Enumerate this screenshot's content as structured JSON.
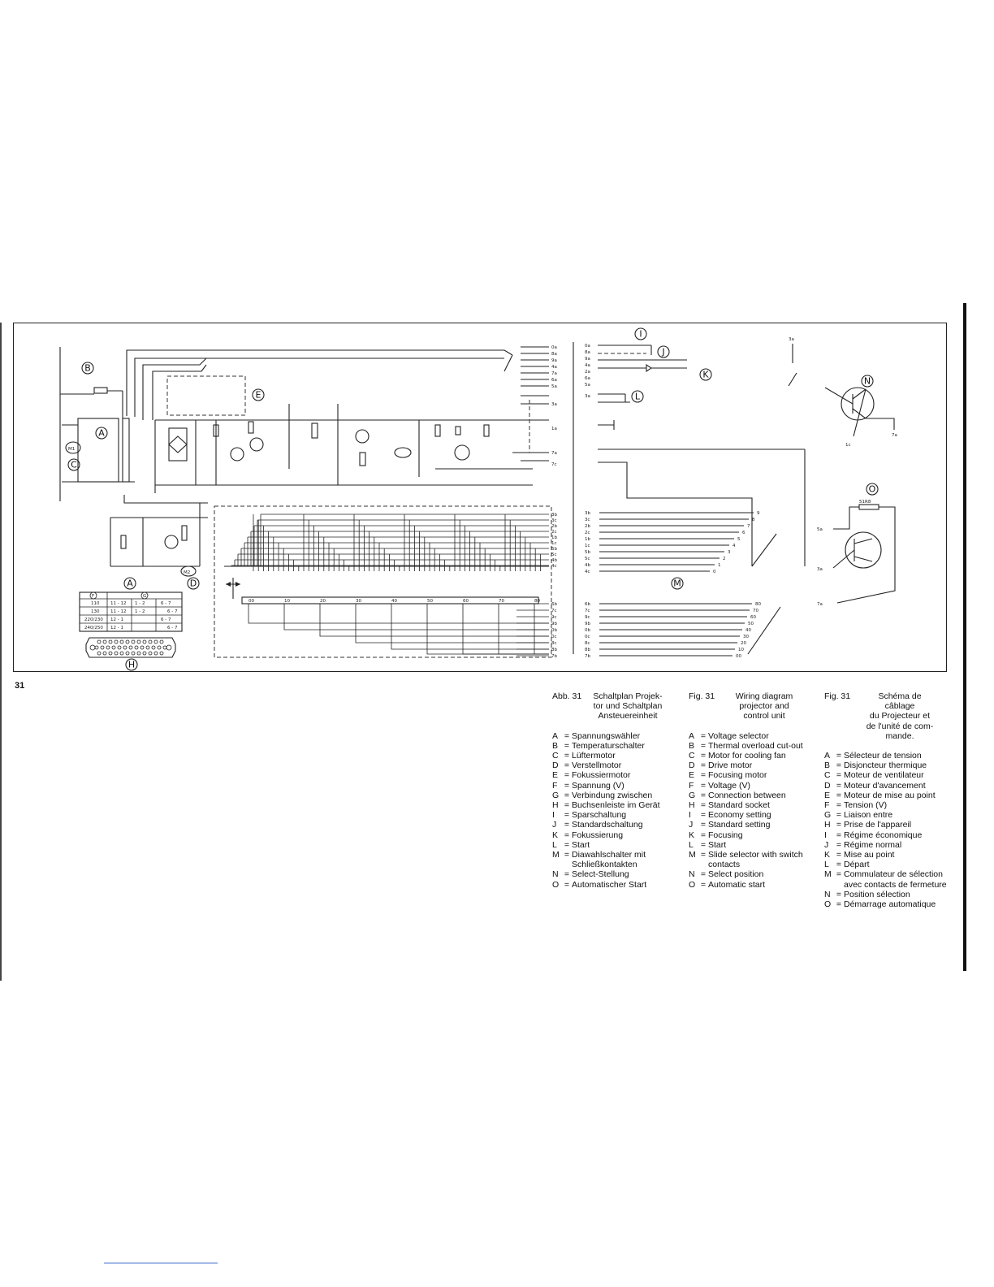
{
  "page": {
    "number": "31"
  },
  "diagram": {
    "labels": {
      "A": "A",
      "B": "B",
      "C": "C",
      "D": "D",
      "E": "E",
      "F": "F",
      "G": "G",
      "H": "H",
      "I": "I",
      "J": "J",
      "K": "K",
      "L": "L",
      "M": "M",
      "N": "N",
      "O": "O"
    },
    "m1": "M1",
    "m2": "M2",
    "resistor_n": "51R8",
    "table_rows": [
      [
        "110",
        "11 - 12",
        "1 - 2",
        "6 - 7"
      ],
      [
        "130",
        "11 - 12",
        "1 - 2",
        "6 - 7"
      ],
      [
        "220/230",
        "12 - 1",
        "",
        "6 - 7"
      ],
      [
        "240/250",
        "12 - 1",
        "",
        "6 - 7"
      ]
    ],
    "top_pins": [
      "0a",
      "8a",
      "9a",
      "4a",
      "7a",
      "6a",
      "5a",
      "3a"
    ],
    "right_pins_top": [
      "3b",
      "3c",
      "2b",
      "2c",
      "1b",
      "1c",
      "5b",
      "5c",
      "4b",
      "4c"
    ],
    "right_pins_bottom": [
      "6b",
      "7c",
      "9c",
      "9b",
      "0b",
      "0c",
      "8c",
      "8b",
      "7b"
    ],
    "m_top_nums": [
      "9",
      "8",
      "7",
      "6",
      "5",
      "4",
      "3",
      "2",
      "1",
      "0"
    ],
    "m_bottom_nums": [
      "80",
      "70",
      "60",
      "50",
      "40",
      "30",
      "20",
      "10",
      "00"
    ],
    "slide_nums": [
      "00",
      "10",
      "20",
      "30",
      "40",
      "50",
      "60",
      "70",
      "80"
    ],
    "panel_i_pins": [
      "0a",
      "8a",
      "9a",
      "4a",
      "2a",
      "6a",
      "5a",
      "3a"
    ],
    "misc_pins": {
      "p1": "1a",
      "p2": "7a",
      "p3": "7c",
      "n_e": "1c",
      "n_c": "7a",
      "o1": "5a",
      "o2": "3a",
      "o3": "7a",
      "top3": "3a"
    }
  },
  "legends": {
    "de": {
      "fig": "Abb. 31",
      "caption": "Schaltplan Projek-\ntor und Schaltplan\nAnsteuereinheit",
      "items": [
        [
          "A",
          "=",
          "Spannungswähler"
        ],
        [
          "B",
          "=",
          "Temperaturschalter"
        ],
        [
          "C",
          "=",
          "Lüftermotor"
        ],
        [
          "D",
          "=",
          "Verstellmotor"
        ],
        [
          "E",
          "=",
          "Fokussiermotor"
        ],
        [
          "F",
          "=",
          "Spannung (V)"
        ],
        [
          "G",
          "=",
          "Verbindung zwischen"
        ],
        [
          "H",
          "=",
          "Buchsenleiste im Gerät"
        ],
        [
          "I",
          "=",
          "Sparschaltung"
        ],
        [
          "J",
          "=",
          "Standardschaltung"
        ],
        [
          "K",
          "=",
          "Fokussierung"
        ],
        [
          "L",
          "=",
          "Start"
        ],
        [
          "M",
          "=",
          "Diawahlschalter mit Schließkontakten"
        ],
        [
          "N",
          "=",
          "Select-Stellung"
        ],
        [
          "O",
          "=",
          "Automatischer Start"
        ]
      ]
    },
    "en": {
      "fig": "Fig. 31",
      "caption": "Wiring diagram\nprojector and\ncontrol unit",
      "items": [
        [
          "A",
          "=",
          "Voltage selector"
        ],
        [
          "B",
          "=",
          "Thermal overload cut-out"
        ],
        [
          "C",
          "=",
          "Motor for cooling fan"
        ],
        [
          "D",
          "=",
          "Drive motor"
        ],
        [
          "E",
          "=",
          "Focusing motor"
        ],
        [
          "F",
          "=",
          "Voltage (V)"
        ],
        [
          "G",
          "=",
          "Connection between"
        ],
        [
          "H",
          "=",
          "Standard socket"
        ],
        [
          "I",
          "=",
          "Economy setting"
        ],
        [
          "J",
          "=",
          "Standard setting"
        ],
        [
          "K",
          "=",
          "Focusing"
        ],
        [
          "L",
          "=",
          "Start"
        ],
        [
          "M",
          "=",
          "Slide selector with switch contacts"
        ],
        [
          "N",
          "=",
          "Select position"
        ],
        [
          "O",
          "=",
          "Automatic start"
        ]
      ]
    },
    "fr": {
      "fig": "Fig. 31",
      "caption": "Schéma de câblage\ndu Projecteur et\nde l'unité de com-\nmande.",
      "items": [
        [
          "A",
          "=",
          "Sélecteur de tension"
        ],
        [
          "B",
          "=",
          "Disjoncteur thermique"
        ],
        [
          "C",
          "=",
          "Moteur de ventilateur"
        ],
        [
          "D",
          "=",
          "Moteur d'avancement"
        ],
        [
          "E",
          "=",
          "Moteur de mise au point"
        ],
        [
          "F",
          "=",
          "Tension (V)"
        ],
        [
          "G",
          "=",
          "Liaison entre"
        ],
        [
          "H",
          "=",
          "Prise de l'appareil"
        ],
        [
          "I",
          "=",
          "Régime économique"
        ],
        [
          "J",
          "=",
          "Régime normal"
        ],
        [
          "K",
          "=",
          "Mise au point"
        ],
        [
          "L",
          "=",
          "Départ"
        ],
        [
          "M",
          "=",
          "Commulateur de sélection avec contacts de fermeture"
        ],
        [
          "N",
          "=",
          "Position sélection"
        ],
        [
          "O",
          "=",
          "Démarrage automatique"
        ]
      ]
    }
  }
}
